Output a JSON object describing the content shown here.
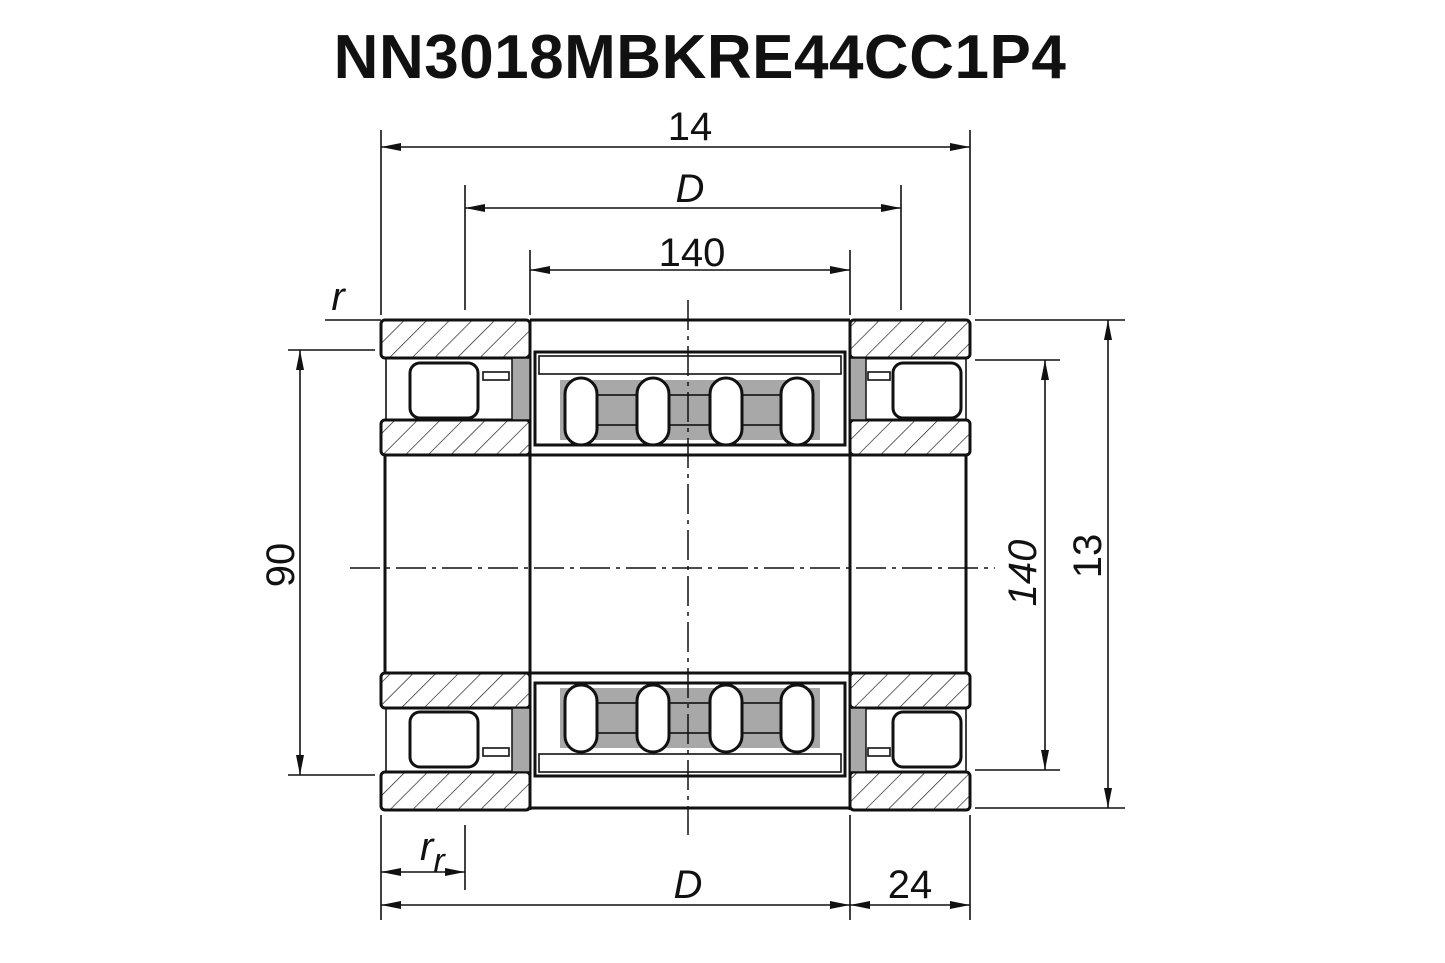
{
  "title": "NN3018MBKRE44CC1P4",
  "dimensions": {
    "overall_width": "14",
    "top_D": "D",
    "top_140": "140",
    "r": "r",
    "left_90": "90",
    "right_140": "140",
    "right_13": "13",
    "rr_main": "r",
    "rr_sub": "r",
    "bottom_D": "D",
    "bottom_24": "24"
  },
  "colors": {
    "line": "#111111",
    "cage": "#a8a8a8",
    "background": "#ffffff"
  }
}
